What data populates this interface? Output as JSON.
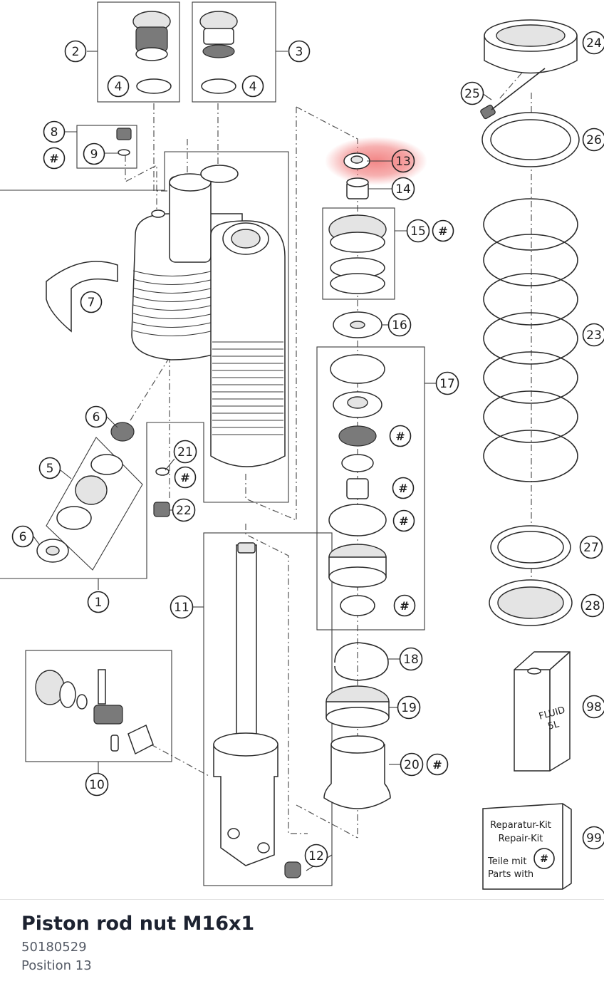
{
  "diagram": {
    "callouts": [
      {
        "id": "c2",
        "label": "2"
      },
      {
        "id": "c3",
        "label": "3"
      },
      {
        "id": "c4a",
        "label": "4"
      },
      {
        "id": "c4b",
        "label": "4"
      },
      {
        "id": "c8",
        "label": "8"
      },
      {
        "id": "c9",
        "label": "9"
      },
      {
        "id": "h9",
        "label": "#"
      },
      {
        "id": "c7",
        "label": "7"
      },
      {
        "id": "c6a",
        "label": "6"
      },
      {
        "id": "c5",
        "label": "5"
      },
      {
        "id": "c6b",
        "label": "6"
      },
      {
        "id": "c1",
        "label": "1"
      },
      {
        "id": "c21",
        "label": "21"
      },
      {
        "id": "h21",
        "label": "#"
      },
      {
        "id": "c22",
        "label": "22"
      },
      {
        "id": "c11",
        "label": "11"
      },
      {
        "id": "c10",
        "label": "10"
      },
      {
        "id": "c12",
        "label": "12"
      },
      {
        "id": "c13",
        "label": "13",
        "highlighted": true
      },
      {
        "id": "c14",
        "label": "14"
      },
      {
        "id": "c15",
        "label": "15"
      },
      {
        "id": "h15",
        "label": "#"
      },
      {
        "id": "c16",
        "label": "16"
      },
      {
        "id": "c17",
        "label": "17"
      },
      {
        "id": "h17a",
        "label": "#"
      },
      {
        "id": "h17b",
        "label": "#"
      },
      {
        "id": "h17c",
        "label": "#"
      },
      {
        "id": "h17d",
        "label": "#"
      },
      {
        "id": "c18",
        "label": "18"
      },
      {
        "id": "c19",
        "label": "19"
      },
      {
        "id": "c20",
        "label": "20"
      },
      {
        "id": "h20",
        "label": "#"
      },
      {
        "id": "c24",
        "label": "24"
      },
      {
        "id": "c25",
        "label": "25"
      },
      {
        "id": "c26",
        "label": "26"
      },
      {
        "id": "c23",
        "label": "23"
      },
      {
        "id": "c27",
        "label": "27"
      },
      {
        "id": "c28",
        "label": "28"
      },
      {
        "id": "c98",
        "label": "98"
      },
      {
        "id": "c99",
        "label": "99"
      }
    ],
    "fluid_can": {
      "line1": "FLUID",
      "line2": "5L"
    },
    "repair_kit": {
      "line1": "Reparatur-Kit",
      "line2": "Repair-Kit",
      "line3": "Teile mit",
      "line4": "Parts with",
      "symbol": "#"
    }
  },
  "selected_part": {
    "name": "Piston rod nut M16x1",
    "part_number": "50180529",
    "position_text": "Position 13"
  },
  "colors": {
    "highlight": "#f07070",
    "title_text": "#1c2230",
    "sub_text": "#555b66"
  }
}
